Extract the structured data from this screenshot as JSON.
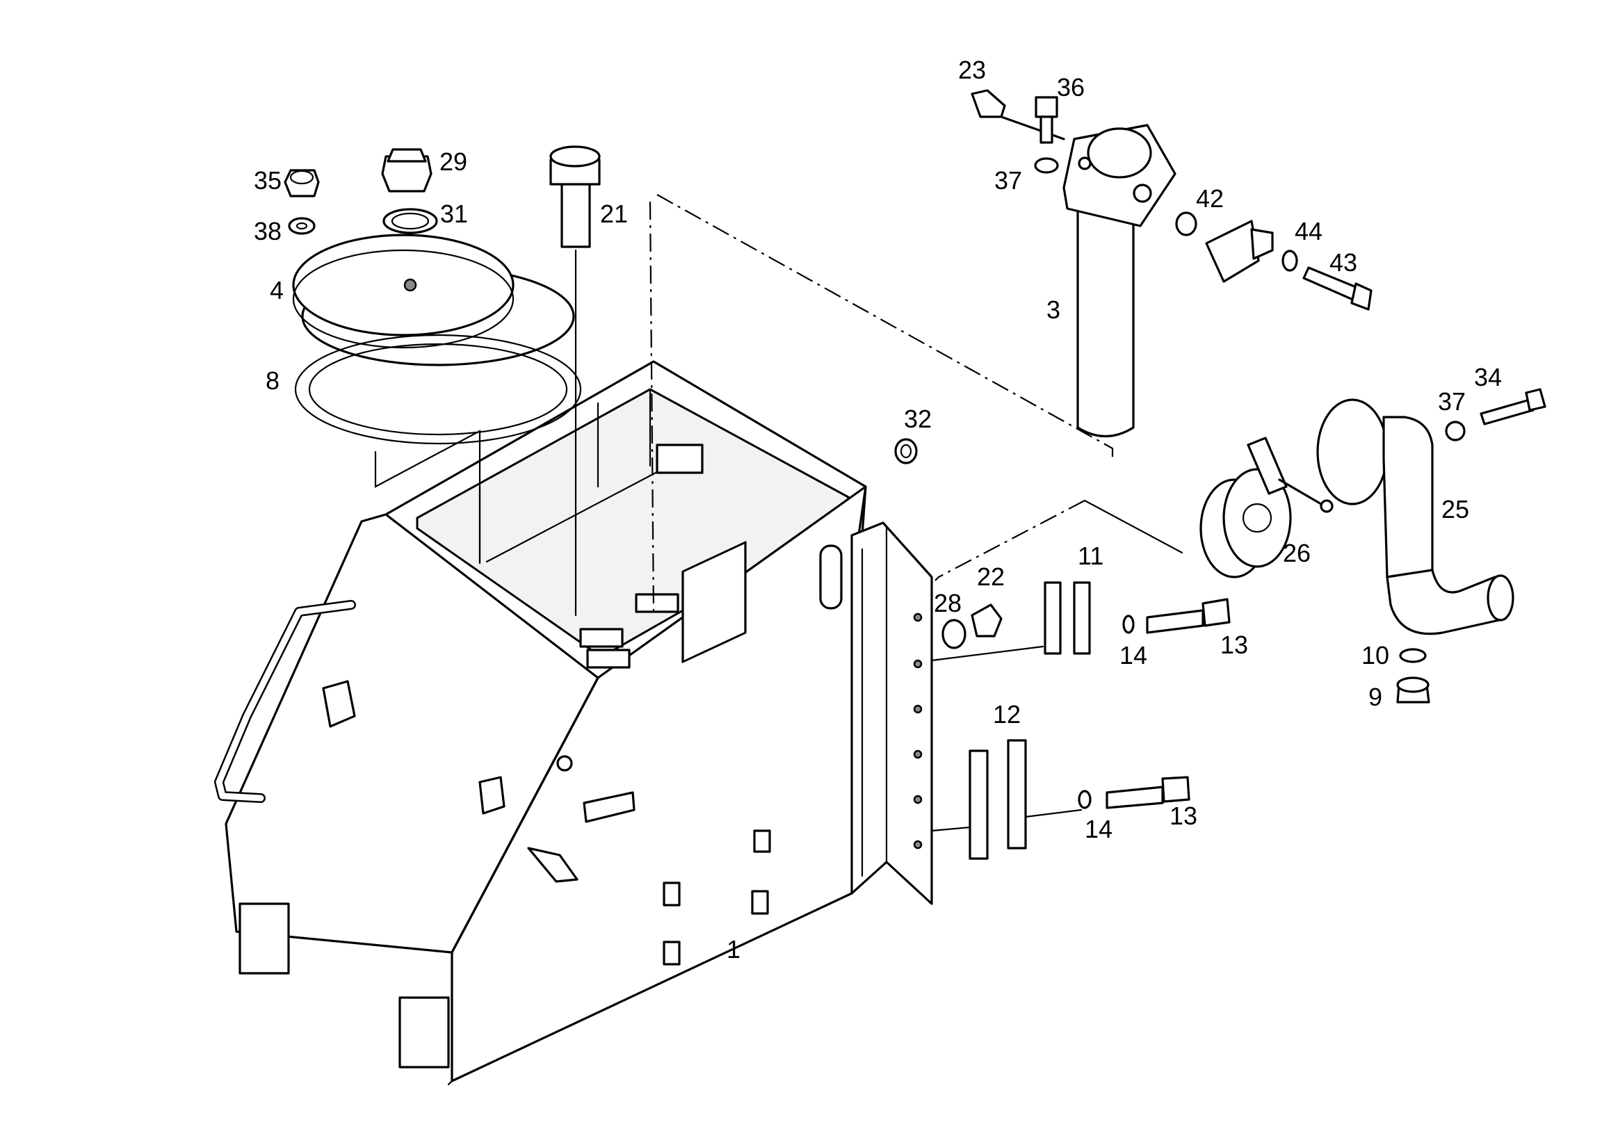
{
  "diagram": {
    "callouts": [
      {
        "id": "c1",
        "text": "1"
      },
      {
        "id": "c3",
        "text": "3"
      },
      {
        "id": "c4",
        "text": "4"
      },
      {
        "id": "c8",
        "text": "8"
      },
      {
        "id": "c9",
        "text": "9"
      },
      {
        "id": "c10",
        "text": "10"
      },
      {
        "id": "c11",
        "text": "11"
      },
      {
        "id": "c12",
        "text": "12"
      },
      {
        "id": "c13a",
        "text": "13"
      },
      {
        "id": "c13b",
        "text": "13"
      },
      {
        "id": "c14a",
        "text": "14"
      },
      {
        "id": "c14b",
        "text": "14"
      },
      {
        "id": "c21",
        "text": "21"
      },
      {
        "id": "c22",
        "text": "22"
      },
      {
        "id": "c23",
        "text": "23"
      },
      {
        "id": "c25",
        "text": "25"
      },
      {
        "id": "c26",
        "text": "26"
      },
      {
        "id": "c28",
        "text": "28"
      },
      {
        "id": "c29",
        "text": "29"
      },
      {
        "id": "c31",
        "text": "31"
      },
      {
        "id": "c32",
        "text": "32"
      },
      {
        "id": "c34",
        "text": "34"
      },
      {
        "id": "c35",
        "text": "35"
      },
      {
        "id": "c36",
        "text": "36"
      },
      {
        "id": "c37a",
        "text": "37"
      },
      {
        "id": "c37b",
        "text": "37"
      },
      {
        "id": "c38",
        "text": "38"
      },
      {
        "id": "c42",
        "text": "42"
      },
      {
        "id": "c43",
        "text": "43"
      },
      {
        "id": "c44",
        "text": "44"
      }
    ]
  }
}
